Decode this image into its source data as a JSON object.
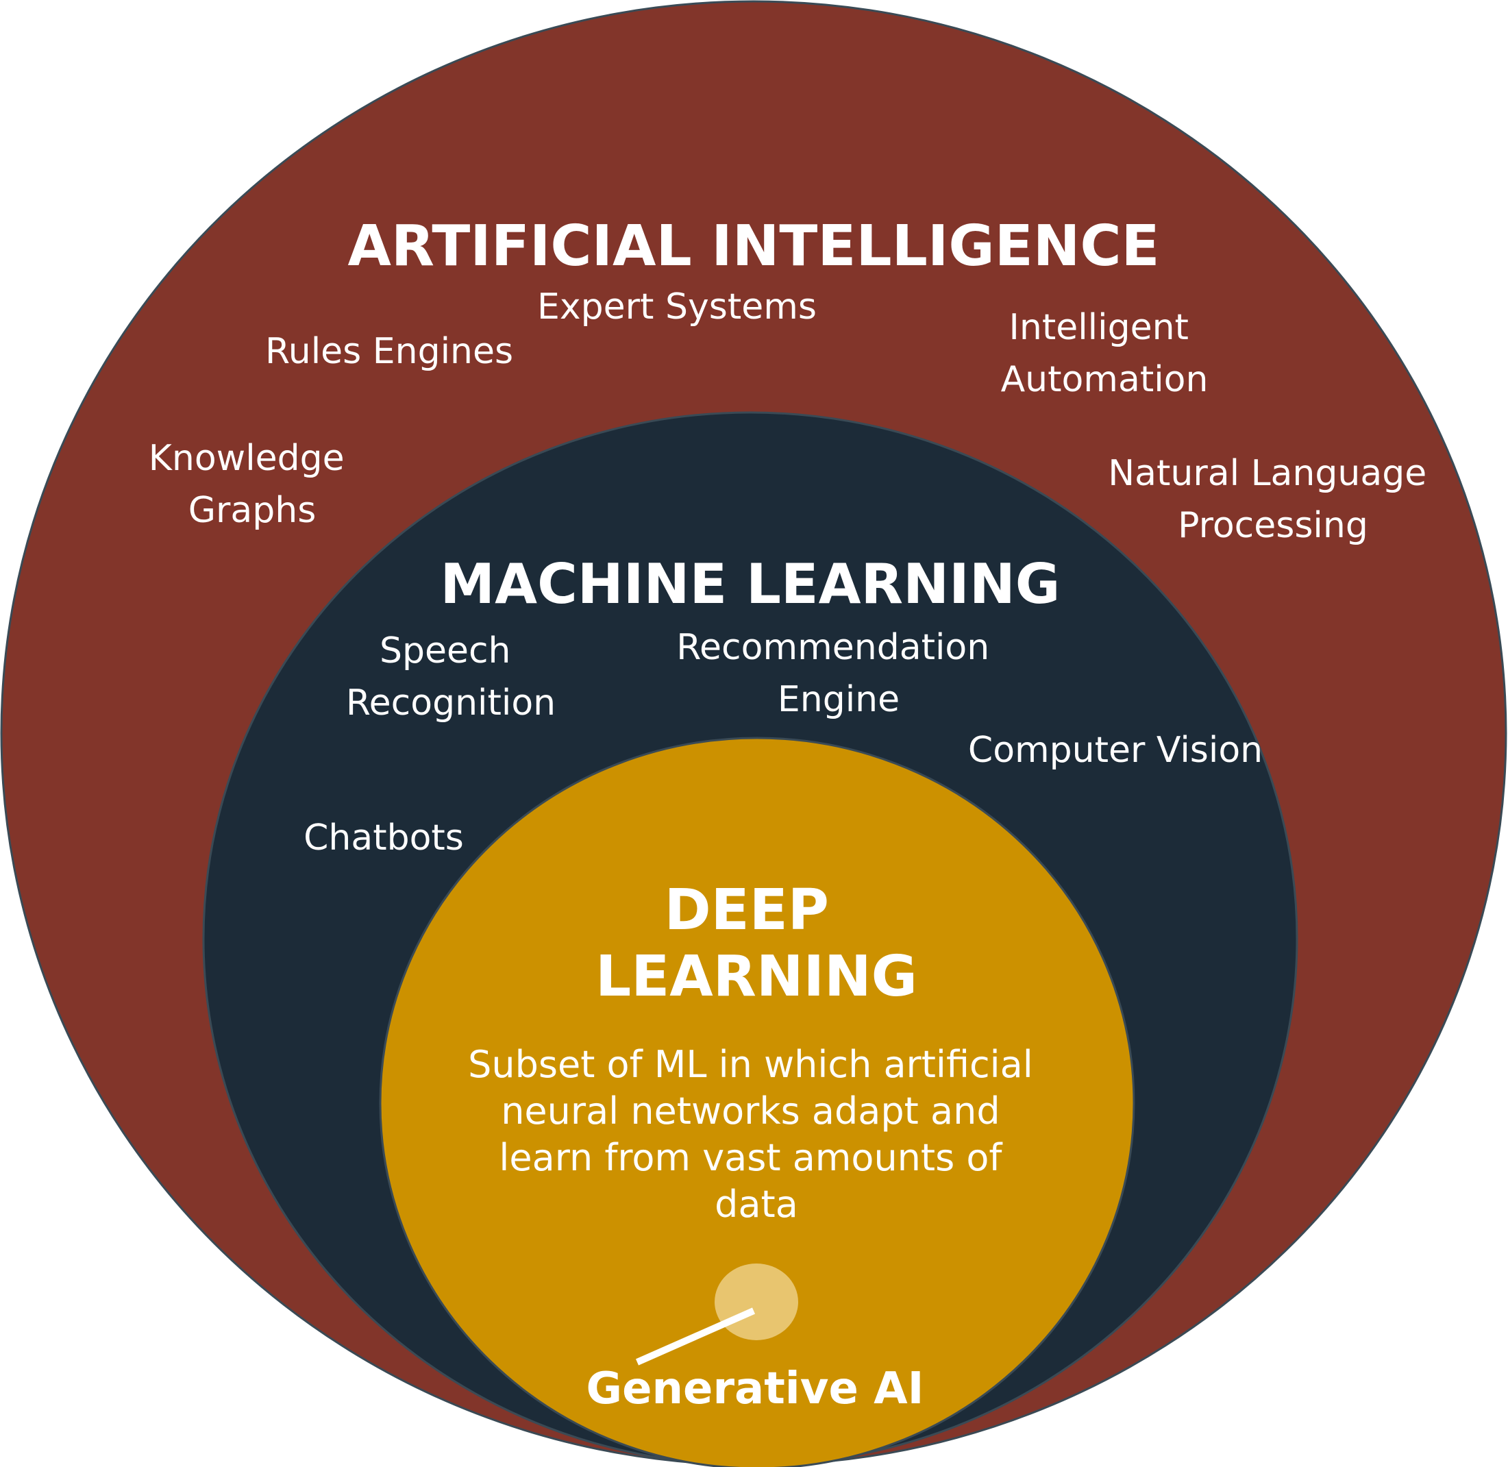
{
  "colors": {
    "ai_fill": "#82352A",
    "ml_fill": "#1C2B38",
    "dl_fill": "#CC9100",
    "genai_fill": "#E8C56F",
    "outline": "#3A4A55",
    "text": "#FFFFFF"
  },
  "ai": {
    "title": "ARTIFICIAL INTELLIGENCE",
    "items": {
      "expert_systems": "Expert Systems",
      "rules_engines": "Rules Engines",
      "intelligent_automation": [
        "Intelligent",
        "Automation"
      ],
      "knowledge_graphs": [
        "Knowledge",
        "Graphs"
      ],
      "nlp": [
        "Natural Language",
        "Processing"
      ]
    }
  },
  "ml": {
    "title": "MACHINE LEARNING",
    "items": {
      "speech_recognition": [
        "Speech",
        "Recognition"
      ],
      "recommendation_engine": [
        "Recommendation",
        "Engine"
      ],
      "computer_vision": "Computer Vision",
      "chatbots": "Chatbots"
    }
  },
  "dl": {
    "title": [
      "DEEP",
      "LEARNING"
    ],
    "description": [
      "Subset of ML in which artificial",
      "neural networks adapt and",
      "learn from vast amounts of",
      "data"
    ]
  },
  "genai": {
    "label": "Generative AI"
  }
}
